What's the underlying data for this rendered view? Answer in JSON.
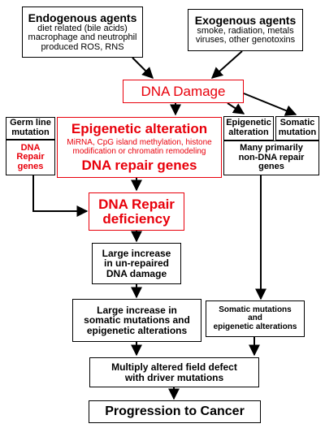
{
  "colors": {
    "accent_red": "#e8000b",
    "line": "#000000"
  },
  "endogenous": {
    "title": "Endogenous agents",
    "line1": "diet related (bile acids)",
    "line2": "macrophage and neutrophil",
    "line3": "produced ROS, RNS"
  },
  "exogenous": {
    "title": "Exogenous agents",
    "line1": "smoke, radiation, metals",
    "line2": "viruses, other genotoxins"
  },
  "dna_damage": {
    "label": "DNA Damage"
  },
  "germ_line": {
    "title1": "Germ line",
    "title2": "mutation",
    "sub1": "DNA",
    "sub2": "Repair",
    "sub3": "genes"
  },
  "epigenetic_main": {
    "title": "Epigenetic alteration",
    "detail1": "MiRNA, CpG island methylation, histone",
    "detail2": "modification or chromatin remodeling",
    "footer": "DNA repair genes"
  },
  "epigenetic_right": {
    "line1": "Epigenetic",
    "line2": "alteration"
  },
  "somatic_right": {
    "line1": "Somatic",
    "line2": "mutation"
  },
  "non_dna_repair": {
    "line1": "Many primarily",
    "line2": "non-DNA repair",
    "line3": "genes"
  },
  "repair_deficiency": {
    "line1": "DNA Repair",
    "line2": "deficiency"
  },
  "unrepaired": {
    "line1": "Large increase",
    "line2": "in un-repaired",
    "line3": "DNA damage"
  },
  "large_somatic": {
    "line1": "Large increase in",
    "line2": "somatic mutations and",
    "line3": "epigenetic alterations"
  },
  "somatic_epi": {
    "line1": "Somatic mutations",
    "line2": "and",
    "line3": "epigenetic alterations"
  },
  "field_defect": {
    "line1": "Multiply altered field defect",
    "line2": "with driver mutations"
  },
  "progression": {
    "label": "Progression to Cancer"
  }
}
